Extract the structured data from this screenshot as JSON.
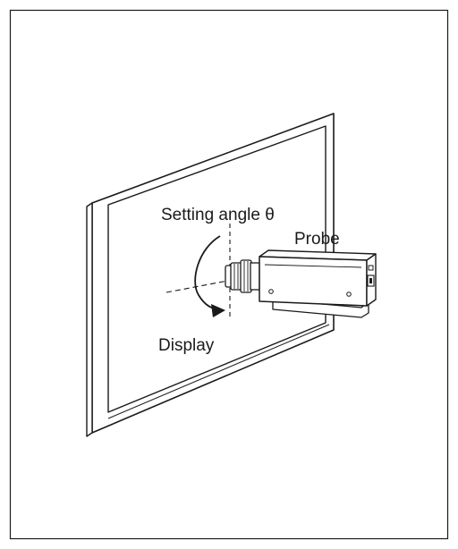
{
  "labels": {
    "setting_angle": "Setting angle θ",
    "probe": "Probe",
    "display": "Display"
  },
  "colors": {
    "line": "#1a1a1a",
    "fill": "#ffffff"
  }
}
